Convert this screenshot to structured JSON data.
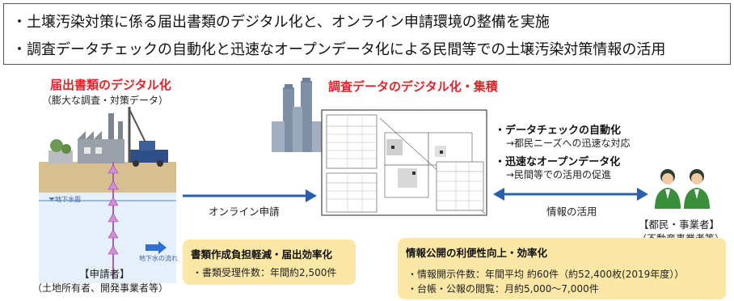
{
  "summary": {
    "line1": "・土壌汚染対策に係る届出書類のデジタル化と、オンライン申請環境の整備を実施",
    "line2": "・調査データチェックの自動化と迅速なオープンデータ化による民間等での土壌汚染対策情報の活用"
  },
  "left": {
    "title": "届出書類のデジタル化",
    "subtitle": "（膨大な調査・対策データ）",
    "groundwater_label": "地下水面",
    "flow_label": "地下水の流れ",
    "applicant_title": "【申請者】",
    "applicant_sub": "（土地所有者、開発事業者等）"
  },
  "center": {
    "title": "調査データのデジタル化・集積"
  },
  "arrows": {
    "online": "オンライン申請",
    "info_use": "情報の活用"
  },
  "points": [
    {
      "title": "・データチェックの自動化",
      "sub": "→都民ニーズへの迅速な対応"
    },
    {
      "title": "・迅速なオープンデータ化",
      "sub": "→民間等での活用の促進"
    }
  ],
  "right": {
    "title": "【都民・事業者】",
    "sub": "（不動産事業者等）"
  },
  "callout_left": {
    "title": "書類作成負担軽減・届出効率化",
    "item": "・書類受理件数：年間約2,500件"
  },
  "callout_right": {
    "title": "情報公開の利便性向上・効率化",
    "items": [
      "・情報開示件数：年間平均 約60件（約52,400枚(2019年度））",
      "・台帳・公報の閲覧：月約5,000～7,000件"
    ]
  },
  "colors": {
    "accent_red": "#e0242a",
    "arrow_blue": "#2b5fa8",
    "callout_yellow": "#fbe7a6",
    "ground_brown": "#c9a777",
    "groundwater_blue": "#dbe9f6"
  },
  "icons": [
    "factory-icon",
    "drill-rig-icon",
    "tower-building-icon",
    "person-icon"
  ]
}
